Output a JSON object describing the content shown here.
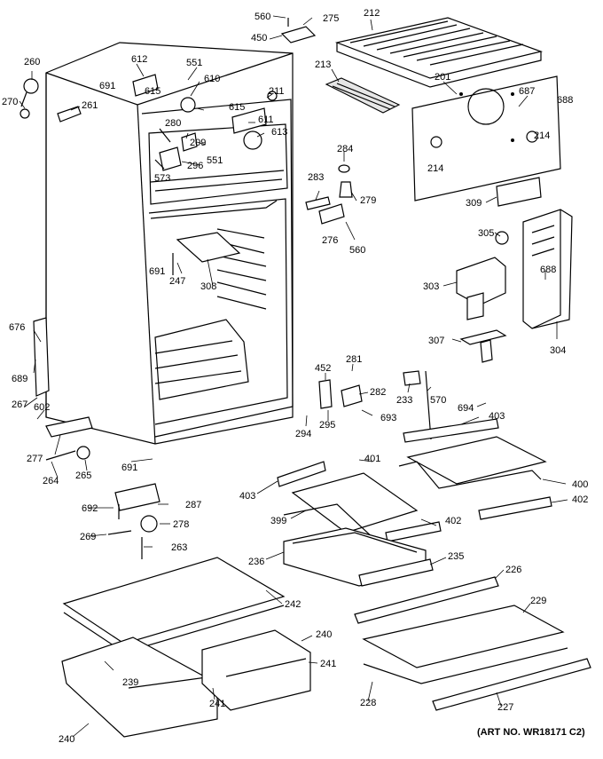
{
  "art_number": "(ART NO. WR18171 C2)",
  "labels": {
    "l560a": "560",
    "l275": "275",
    "l212": "212",
    "l450": "450",
    "l260": "260",
    "l612": "612",
    "l551a": "551",
    "l213": "213",
    "l201": "201",
    "l687": "687",
    "l688a": "688",
    "l691a": "691",
    "l610": "610",
    "l615a": "615",
    "l615b": "615",
    "l211": "211",
    "l270": "270",
    "l261": "261",
    "l280": "280",
    "l611": "611",
    "l613": "613",
    "l214a": "214",
    "l209": "209",
    "l284": "284",
    "l296": "296",
    "l551b": "551",
    "l214b": "214",
    "l573": "573",
    "l283": "283",
    "l279": "279",
    "l309": "309",
    "l276": "276",
    "l305": "305",
    "l560b": "560",
    "l691b": "691",
    "l247": "247",
    "l308": "308",
    "l688b": "688",
    "l303": "303",
    "l676": "676",
    "l307": "307",
    "l304": "304",
    "l689": "689",
    "l452": "452",
    "l281": "281",
    "l282": "282",
    "l233": "233",
    "l570": "570",
    "l267": "267",
    "l602": "602",
    "l294": "294",
    "l295": "295",
    "l693": "693",
    "l694": "694",
    "l403a": "403",
    "l277": "277",
    "l401": "401",
    "l400": "400",
    "l691c": "691",
    "l264": "264",
    "l265": "265",
    "l403b": "403",
    "l402a": "402",
    "l287": "287",
    "l692": "692",
    "l399": "399",
    "l278": "278",
    "l402b": "402",
    "l269": "269",
    "l263": "263",
    "l236": "236",
    "l235": "235",
    "l226": "226",
    "l229": "229",
    "l242": "242",
    "l240a": "240",
    "l241a": "241",
    "l239": "239",
    "l241b": "241",
    "l228": "228",
    "l227": "227",
    "l240b": "240"
  }
}
